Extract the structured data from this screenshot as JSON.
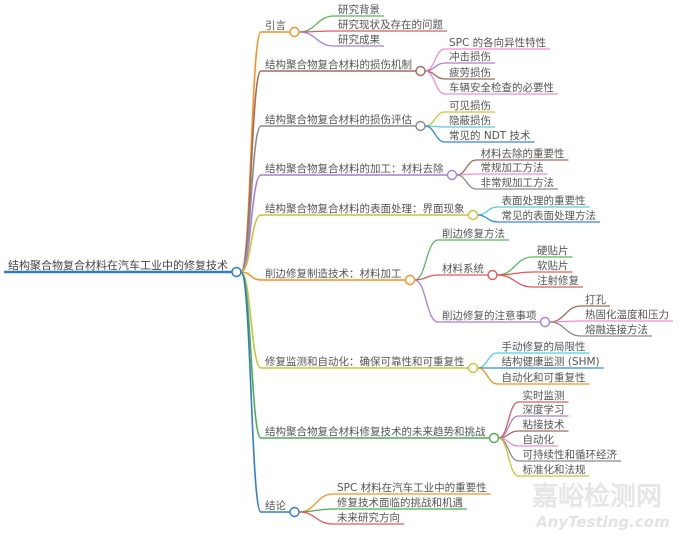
{
  "root": {
    "text": "结构聚合物复合材料在汽车工业中的修复技术",
    "color": "#2f7fc1"
  },
  "branches": [
    {
      "text": "引言",
      "color": "#f7931e",
      "children": [
        {
          "text": "研究背景",
          "color": "#5cb85c"
        },
        {
          "text": "研究现状及存在的问题",
          "color": "#e05a5a"
        },
        {
          "text": "研究成果",
          "color": "#a77fd8"
        }
      ]
    },
    {
      "text": "结构聚合物复合材料的损伤机制",
      "color": "#a5695b",
      "children": [
        {
          "text": "SPC 的各向异性特性",
          "color": "#f08ccf"
        },
        {
          "text": "冲击损伤",
          "color": "#a77fd8"
        },
        {
          "text": "疲劳损伤",
          "color": "#a5695b"
        },
        {
          "text": "车辆安全检查的必要性",
          "color": "#f08ccf"
        }
      ]
    },
    {
      "text": "结构聚合物复合材料的损伤评估",
      "color": "#8a8a8a",
      "children": [
        {
          "text": "可见损伤",
          "color": "#c9c43a"
        },
        {
          "text": "隐蔽损伤",
          "color": "#4fd1e0"
        },
        {
          "text": "常见的 NDT 技术",
          "color": "#2f8fd0"
        }
      ]
    },
    {
      "text": "结构聚合物复合材料的加工：材料去除",
      "color": "#a77fd8",
      "children": [
        {
          "text": "材料去除的重要性",
          "color": "#a5695b"
        },
        {
          "text": "常规加工方法",
          "color": "#f08ccf"
        },
        {
          "text": "非常规加工方法",
          "color": "#8a8a8a"
        }
      ]
    },
    {
      "text": "结构聚合物复合材料的表面处理：界面现象",
      "color": "#c9c43a",
      "children": [
        {
          "text": "表面处理的重要性",
          "color": "#4fd1e0"
        },
        {
          "text": "常见的表面处理方法",
          "color": "#2f8fd0"
        }
      ]
    },
    {
      "text": "削边修复制造技术：材料加工",
      "color": "#f7931e",
      "children": [
        {
          "text": "削边修复方法",
          "color": "#5cb85c"
        },
        {
          "text": "材料系统",
          "color": "#e05a5a",
          "children": [
            {
              "text": "硬贴片",
              "color": "#5cb85c"
            },
            {
              "text": "软贴片",
              "color": "#e05a5a"
            },
            {
              "text": "注射修复",
              "color": "#e05a5a"
            }
          ]
        },
        {
          "text": "削边修复的注意事项",
          "color": "#a77fd8",
          "children": [
            {
              "text": "打孔",
              "color": "#a5695b"
            },
            {
              "text": "热固化温度和压力",
              "color": "#f08ccf"
            },
            {
              "text": "熔融连接方法",
              "color": "#8a8a8a"
            }
          ]
        }
      ]
    },
    {
      "text": "修复监测和自动化：确保可靠性和可重复性",
      "color": "#c9c43a",
      "children": [
        {
          "text": "手动修复的局限性",
          "color": "#4fd1e0"
        },
        {
          "text": "结构健康监测 (SHM)",
          "color": "#2f8fd0"
        },
        {
          "text": "自动化和可重复性",
          "color": "#f7931e"
        }
      ]
    },
    {
      "text": "结构聚合物复合材料修复技术的未来趋势和挑战",
      "color": "#4caf50",
      "children": [
        {
          "text": "实时监测",
          "color": "#e05a5a"
        },
        {
          "text": "深度学习",
          "color": "#a77fd8"
        },
        {
          "text": "粘接技术",
          "color": "#a5695b"
        },
        {
          "text": "自动化",
          "color": "#f08ccf"
        },
        {
          "text": "可持续性和循环经济",
          "color": "#8a8a8a"
        },
        {
          "text": "标准化和法规",
          "color": "#c9c43a"
        }
      ]
    },
    {
      "text": "结论",
      "color": "#2f7fc1",
      "children": [
        {
          "text": "SPC 材料在汽车工业中的重要性",
          "color": "#f7931e"
        },
        {
          "text": "修复技术面临的挑战和机遇",
          "color": "#4caf50"
        },
        {
          "text": "未来研究方向",
          "color": "#e05a5a"
        }
      ]
    }
  ],
  "watermark": {
    "line1": "嘉峪检测网",
    "line2": "AnyTesting.com"
  }
}
